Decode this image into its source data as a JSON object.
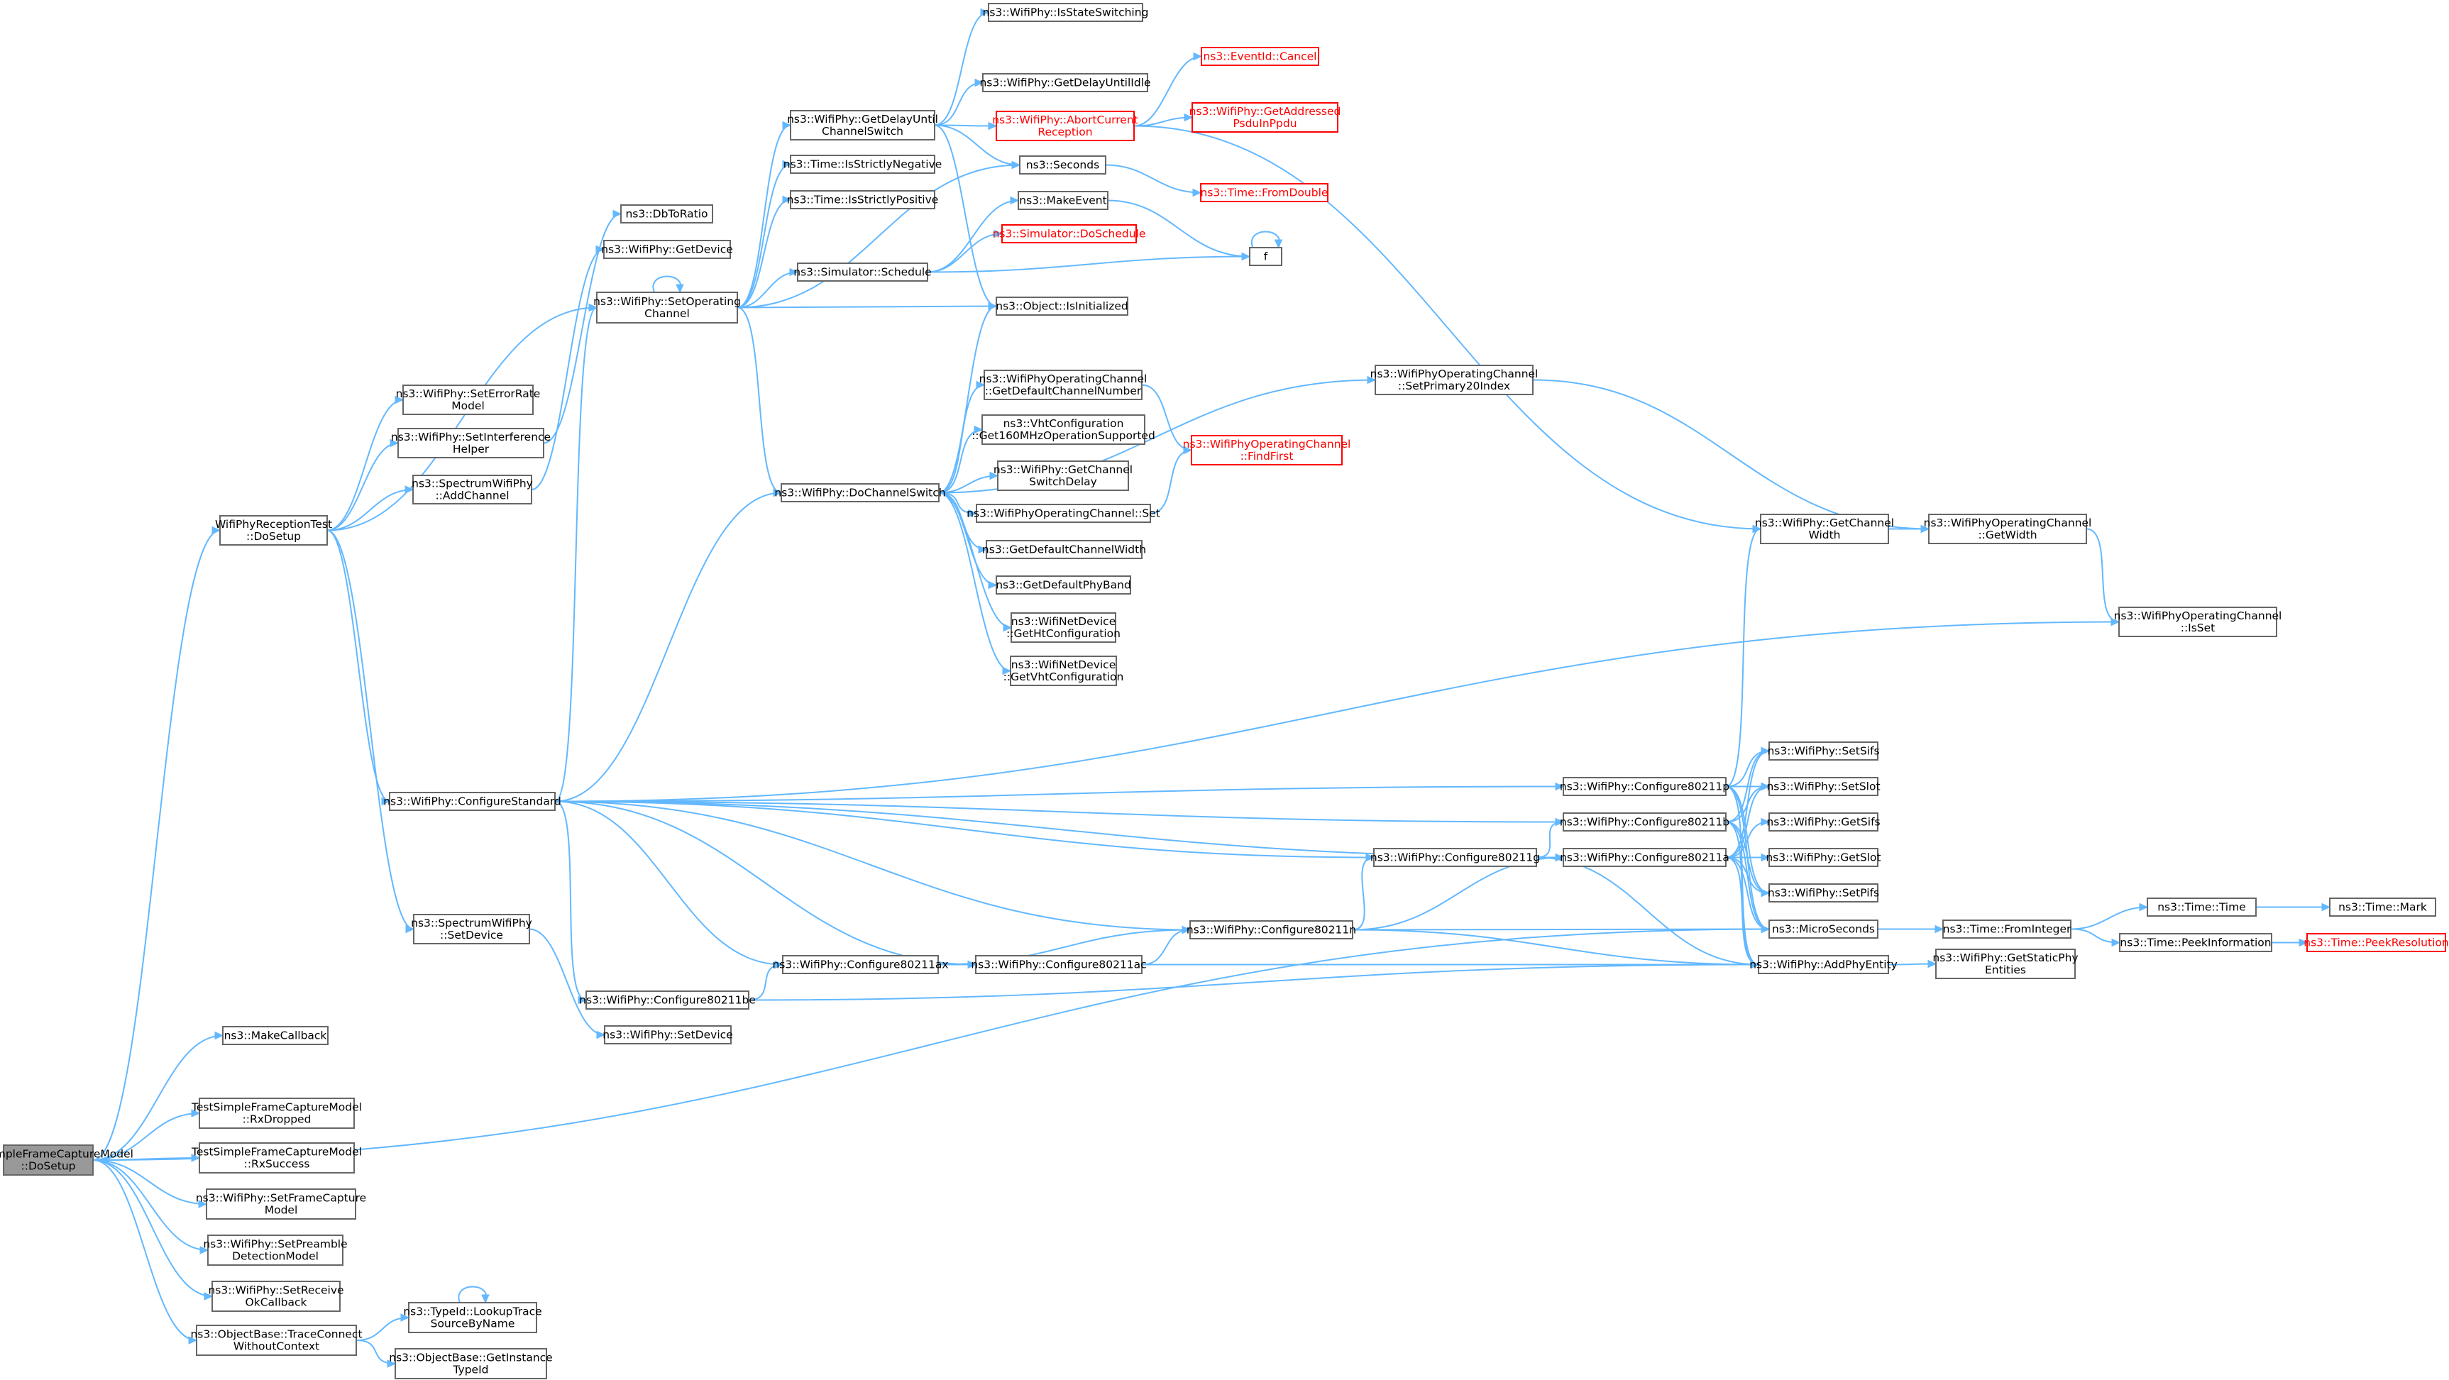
{
  "graph": {
    "title": "",
    "colors": {
      "edge": "#63b8ff",
      "border": "#666666",
      "warn": "#ff0000",
      "root_fill": "#999999"
    },
    "nodes": [
      {
        "id": "root",
        "label": "TestSimpleFrameCaptureModel\n::DoSetup",
        "style": "root"
      },
      {
        "id": "makecb",
        "label": "ns3::MakeCallback"
      },
      {
        "id": "rxdrop",
        "label": "TestSimpleFrameCaptureModel\n::RxDropped"
      },
      {
        "id": "rxsucc",
        "label": "TestSimpleFrameCaptureModel\n::RxSuccess"
      },
      {
        "id": "setfc",
        "label": "ns3::WifiPhy::SetFrameCapture\nModel"
      },
      {
        "id": "setpd",
        "label": "ns3::WifiPhy::SetPreamble\nDetectionModel"
      },
      {
        "id": "setrok",
        "label": "ns3::WifiPhy::SetReceive\nOkCallback"
      },
      {
        "id": "tracecon",
        "label": "ns3::ObjectBase::TraceConnect\nWithoutContext"
      },
      {
        "id": "lookup",
        "label": "ns3::TypeId::LookupTrace\nSourceByName"
      },
      {
        "id": "getinst",
        "label": "ns3::ObjectBase::GetInstance\nTypeId"
      },
      {
        "id": "wrtsetup",
        "label": "WifiPhyReceptionTest\n::DoSetup"
      },
      {
        "id": "seterr",
        "label": "ns3::WifiPhy::SetErrorRate\nModel"
      },
      {
        "id": "setinterf",
        "label": "ns3::WifiPhy::SetInterference\nHelper"
      },
      {
        "id": "addch",
        "label": "ns3::SpectrumWifiPhy\n::AddChannel"
      },
      {
        "id": "configstd",
        "label": "ns3::WifiPhy::ConfigureStandard"
      },
      {
        "id": "specsetdev",
        "label": "ns3::SpectrumWifiPhy\n::SetDevice"
      },
      {
        "id": "setdevice",
        "label": "ns3::WifiPhy::SetDevice"
      },
      {
        "id": "dbratio",
        "label": "ns3::DbToRatio"
      },
      {
        "id": "getdevice",
        "label": "ns3::WifiPhy::GetDevice"
      },
      {
        "id": "setopch",
        "label": "ns3::WifiPhy::SetOperating\nChannel"
      },
      {
        "id": "docs",
        "label": "ns3::WifiPhy::DoChannelSwitch"
      },
      {
        "id": "getdelay",
        "label": "ns3::WifiPhy::GetDelayUntil\nChannelSwitch"
      },
      {
        "id": "isneg",
        "label": "ns3::Time::IsStrictlyNegative"
      },
      {
        "id": "ispos",
        "label": "ns3::Time::IsStrictlyPositive"
      },
      {
        "id": "schedule",
        "label": "ns3::Simulator::Schedule"
      },
      {
        "id": "isstatesw",
        "label": "ns3::WifiPhy::IsStateSwitching"
      },
      {
        "id": "cancel",
        "label": "ns3::EventId::Cancel",
        "style": "red"
      },
      {
        "id": "getdelayidle",
        "label": "ns3::WifiPhy::GetDelayUntilIdle"
      },
      {
        "id": "abort",
        "label": "ns3::WifiPhy::AbortCurrent\nReception",
        "style": "red"
      },
      {
        "id": "getaddr",
        "label": "ns3::WifiPhy::GetAddressed\nPsduInPpdu",
        "style": "red"
      },
      {
        "id": "seconds",
        "label": "ns3::Seconds"
      },
      {
        "id": "fromdouble",
        "label": "ns3::Time::FromDouble",
        "style": "red"
      },
      {
        "id": "makeevent",
        "label": "ns3::MakeEvent"
      },
      {
        "id": "dosched",
        "label": "ns3::Simulator::DoSchedule",
        "style": "red"
      },
      {
        "id": "f",
        "label": "f"
      },
      {
        "id": "isinit",
        "label": "ns3::Object::IsInitialized"
      },
      {
        "id": "getdefchnum",
        "label": "ns3::WifiPhyOperatingChannel\n::GetDefaultChannelNumber"
      },
      {
        "id": "vht160",
        "label": "ns3::VhtConfiguration\n::Get160MHzOperationSupported"
      },
      {
        "id": "getchsw",
        "label": "ns3::WifiPhy::GetChannel\nSwitchDelay"
      },
      {
        "id": "opchset",
        "label": "ns3::WifiPhyOperatingChannel::Set"
      },
      {
        "id": "getdefwidth",
        "label": "ns3::GetDefaultChannelWidth"
      },
      {
        "id": "getdefband",
        "label": "ns3::GetDefaultPhyBand"
      },
      {
        "id": "getht",
        "label": "ns3::WifiNetDevice\n::GetHtConfiguration"
      },
      {
        "id": "getvht",
        "label": "ns3::WifiNetDevice\n::GetVhtConfiguration"
      },
      {
        "id": "findfirst",
        "label": "ns3::WifiPhyOperatingChannel\n::FindFirst",
        "style": "red"
      },
      {
        "id": "setprim",
        "label": "ns3::WifiPhyOperatingChannel\n::SetPrimary20Index"
      },
      {
        "id": "getchwidth",
        "label": "ns3::WifiPhy::GetChannel\nWidth"
      },
      {
        "id": "opgetwidth",
        "label": "ns3::WifiPhyOperatingChannel\n::GetWidth"
      },
      {
        "id": "isset",
        "label": "ns3::WifiPhyOperatingChannel\n::IsSet"
      },
      {
        "id": "c11p",
        "label": "ns3::WifiPhy::Configure80211p"
      },
      {
        "id": "c11b",
        "label": "ns3::WifiPhy::Configure80211b"
      },
      {
        "id": "c11a",
        "label": "ns3::WifiPhy::Configure80211a"
      },
      {
        "id": "c11g",
        "label": "ns3::WifiPhy::Configure80211g"
      },
      {
        "id": "c11n",
        "label": "ns3::WifiPhy::Configure80211n"
      },
      {
        "id": "c11ax",
        "label": "ns3::WifiPhy::Configure80211ax"
      },
      {
        "id": "c11ac",
        "label": "ns3::WifiPhy::Configure80211ac"
      },
      {
        "id": "c11be",
        "label": "ns3::WifiPhy::Configure80211be"
      },
      {
        "id": "setsifs",
        "label": "ns3::WifiPhy::SetSifs"
      },
      {
        "id": "setslot",
        "label": "ns3::WifiPhy::SetSlot"
      },
      {
        "id": "getsifs",
        "label": "ns3::WifiPhy::GetSifs"
      },
      {
        "id": "getslot",
        "label": "ns3::WifiPhy::GetSlot"
      },
      {
        "id": "setpifs",
        "label": "ns3::WifiPhy::SetPifs"
      },
      {
        "id": "micro",
        "label": "ns3::MicroSeconds"
      },
      {
        "id": "addphy",
        "label": "ns3::WifiPhy::AddPhyEntity"
      },
      {
        "id": "fromint",
        "label": "ns3::Time::FromInteger"
      },
      {
        "id": "getstatic",
        "label": "ns3::WifiPhy::GetStaticPhy\nEntities"
      },
      {
        "id": "ttime",
        "label": "ns3::Time::Time"
      },
      {
        "id": "peekinfo",
        "label": "ns3::Time::PeekInformation"
      },
      {
        "id": "mark",
        "label": "ns3::Time::Mark"
      },
      {
        "id": "peekres",
        "label": "ns3::Time::PeekResolution",
        "style": "red"
      }
    ],
    "edges": [
      [
        "root",
        "wrtsetup"
      ],
      [
        "root",
        "makecb"
      ],
      [
        "root",
        "rxdrop"
      ],
      [
        "root",
        "rxsucc"
      ],
      [
        "root",
        "setfc"
      ],
      [
        "root",
        "setpd"
      ],
      [
        "root",
        "setrok"
      ],
      [
        "root",
        "tracecon"
      ],
      [
        "root",
        "micro"
      ],
      [
        "tracecon",
        "lookup"
      ],
      [
        "tracecon",
        "getinst"
      ],
      [
        "lookup",
        "lookup"
      ],
      [
        "wrtsetup",
        "seterr"
      ],
      [
        "wrtsetup",
        "setinterf"
      ],
      [
        "wrtsetup",
        "addch"
      ],
      [
        "wrtsetup",
        "setopch"
      ],
      [
        "wrtsetup",
        "configstd"
      ],
      [
        "wrtsetup",
        "specsetdev"
      ],
      [
        "specsetdev",
        "setdevice"
      ],
      [
        "setinterf",
        "dbratio"
      ],
      [
        "addch",
        "getdevice"
      ],
      [
        "setopch",
        "setopch"
      ],
      [
        "setopch",
        "getdelay"
      ],
      [
        "setopch",
        "isneg"
      ],
      [
        "setopch",
        "ispos"
      ],
      [
        "setopch",
        "schedule"
      ],
      [
        "setopch",
        "isinit"
      ],
      [
        "setopch",
        "seconds"
      ],
      [
        "setopch",
        "docs"
      ],
      [
        "getdelay",
        "isstatesw"
      ],
      [
        "getdelay",
        "getdelayidle"
      ],
      [
        "getdelay",
        "abort"
      ],
      [
        "getdelay",
        "seconds"
      ],
      [
        "getdelay",
        "isinit"
      ],
      [
        "abort",
        "cancel"
      ],
      [
        "abort",
        "getaddr"
      ],
      [
        "abort",
        "getchwidth"
      ],
      [
        "seconds",
        "fromdouble"
      ],
      [
        "schedule",
        "makeevent"
      ],
      [
        "schedule",
        "dosched"
      ],
      [
        "schedule",
        "f"
      ],
      [
        "makeevent",
        "f"
      ],
      [
        "f",
        "f"
      ],
      [
        "docs",
        "isinit"
      ],
      [
        "docs",
        "getdefchnum"
      ],
      [
        "docs",
        "vht160"
      ],
      [
        "docs",
        "getchsw"
      ],
      [
        "docs",
        "opchset"
      ],
      [
        "docs",
        "getdefwidth"
      ],
      [
        "docs",
        "getdefband"
      ],
      [
        "docs",
        "getht"
      ],
      [
        "docs",
        "getvht"
      ],
      [
        "docs",
        "setprim"
      ],
      [
        "getdefchnum",
        "findfirst"
      ],
      [
        "opchset",
        "findfirst"
      ],
      [
        "setprim",
        "opgetwidth"
      ],
      [
        "getchwidth",
        "opgetwidth"
      ],
      [
        "opgetwidth",
        "isset"
      ],
      [
        "configstd",
        "setopch"
      ],
      [
        "configstd",
        "docs"
      ],
      [
        "configstd",
        "isset"
      ],
      [
        "configstd",
        "c11p"
      ],
      [
        "configstd",
        "c11b"
      ],
      [
        "configstd",
        "c11a"
      ],
      [
        "configstd",
        "c11g"
      ],
      [
        "configstd",
        "c11n"
      ],
      [
        "configstd",
        "c11ax"
      ],
      [
        "configstd",
        "c11ac"
      ],
      [
        "configstd",
        "c11be"
      ],
      [
        "c11p",
        "getchwidth"
      ],
      [
        "c11p",
        "setsifs"
      ],
      [
        "c11p",
        "setslot"
      ],
      [
        "c11p",
        "setpifs"
      ],
      [
        "c11p",
        "micro"
      ],
      [
        "c11p",
        "addphy"
      ],
      [
        "c11b",
        "setsifs"
      ],
      [
        "c11b",
        "setslot"
      ],
      [
        "c11b",
        "setpifs"
      ],
      [
        "c11b",
        "micro"
      ],
      [
        "c11b",
        "addphy"
      ],
      [
        "c11a",
        "setsifs"
      ],
      [
        "c11a",
        "setslot"
      ],
      [
        "c11a",
        "getsifs"
      ],
      [
        "c11a",
        "getslot"
      ],
      [
        "c11a",
        "setpifs"
      ],
      [
        "c11a",
        "micro"
      ],
      [
        "c11a",
        "addphy"
      ],
      [
        "c11g",
        "c11b"
      ],
      [
        "c11g",
        "c11a"
      ],
      [
        "c11g",
        "addphy"
      ],
      [
        "c11n",
        "c11g"
      ],
      [
        "c11n",
        "c11a"
      ],
      [
        "c11n",
        "micro"
      ],
      [
        "c11n",
        "addphy"
      ],
      [
        "c11ax",
        "c11n"
      ],
      [
        "c11ax",
        "c11ac"
      ],
      [
        "c11ax",
        "addphy"
      ],
      [
        "c11ac",
        "c11n"
      ],
      [
        "c11ac",
        "addphy"
      ],
      [
        "c11be",
        "c11ax"
      ],
      [
        "c11be",
        "addphy"
      ],
      [
        "micro",
        "fromint"
      ],
      [
        "addphy",
        "getstatic"
      ],
      [
        "fromint",
        "ttime"
      ],
      [
        "fromint",
        "peekinfo"
      ],
      [
        "ttime",
        "mark"
      ],
      [
        "peekinfo",
        "peekres"
      ]
    ]
  }
}
